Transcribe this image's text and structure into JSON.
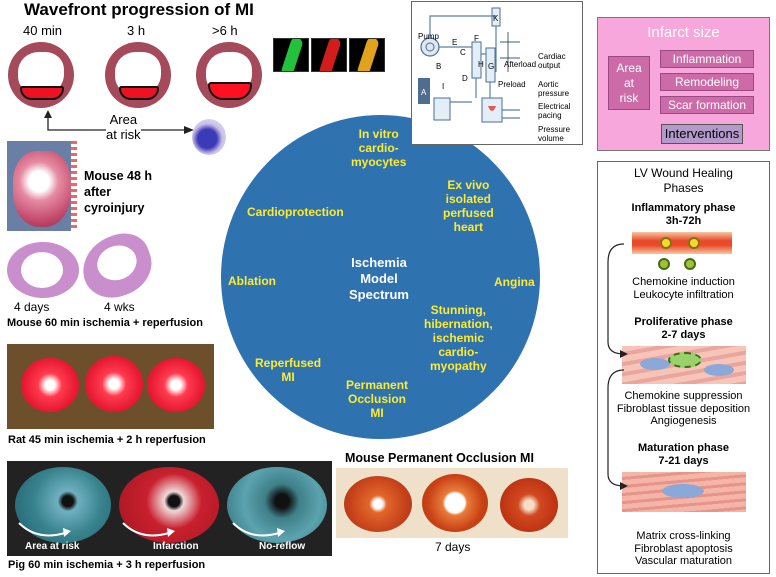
{
  "wavefront": {
    "title": "Wavefront progression of MI",
    "times": [
      "40 min",
      "3 h",
      ">6 h"
    ],
    "area_at_risk": "Area\nat risk"
  },
  "mouse48": {
    "label": "Mouse 48 h\nafter\ncyroinjury"
  },
  "histology": {
    "labels": [
      "4 days",
      "4 wks"
    ],
    "caption": "Mouse 60 min ischemia + reperfusion"
  },
  "rat": {
    "caption": "Rat 45 min ischemia + 2 h reperfusion"
  },
  "pig": {
    "tabs": [
      "Area at risk",
      "Infarction",
      "No-reflow"
    ],
    "caption": "Pig 60 min ischemia + 3 h reperfusion"
  },
  "occlusion": {
    "title": "Mouse Permanent Occlusion MI",
    "caption": "7 days"
  },
  "spectrum": {
    "center": "Ischemia\nModel\nSpectrum",
    "items": [
      "In vitro\ncardio-\nmyocytes",
      "Ex vivo\nisolated\nperfused\nheart",
      "Angina",
      "Stunning,\nhibernation,\nischemic\ncardio-\nmyopathy",
      "Permanent\nOcclusion\nMI",
      "Reperfused\nMI",
      "Ablation",
      "Cardioprotection"
    ]
  },
  "pump": {
    "labels": [
      "Pump",
      "Afterload",
      "Preload",
      "Cardiac\noutput",
      "Aortic\npressure",
      "Electrical\npacing",
      "Pressure\nvolume"
    ],
    "letters": [
      "K",
      "A",
      "B",
      "C",
      "D",
      "E",
      "F",
      "G",
      "H",
      "I"
    ]
  },
  "infarct": {
    "title": "Infarct size",
    "area_at_risk": "Area\nat\nrisk",
    "stages": [
      "Inflammation",
      "Remodeling",
      "Scar formation"
    ],
    "interventions": "Interventions"
  },
  "wound": {
    "title": "LV Wound Healing\nPhases",
    "phases": [
      {
        "name": "Inflammatory phase\n3h-72h",
        "desc": "Chemokine induction\nLeukocyte infiltration"
      },
      {
        "name": "Proliferative phase\n2-7 days",
        "desc": "Chemokine suppression\nFibroblast tissue deposition\nAngiogenesis"
      },
      {
        "name": "Maturation phase\n7-21 days",
        "desc": "Matrix cross-linking\nFibroblast apoptosis\nVascular maturation"
      }
    ]
  },
  "colors": {
    "spectrum_blue": "#2e72b0",
    "spectrum_text": "#ffeb2e",
    "infarct_bg": "#f8a7dc",
    "infarct_cell": "#cc6ba8",
    "interventions_bg": "#b39acb"
  }
}
